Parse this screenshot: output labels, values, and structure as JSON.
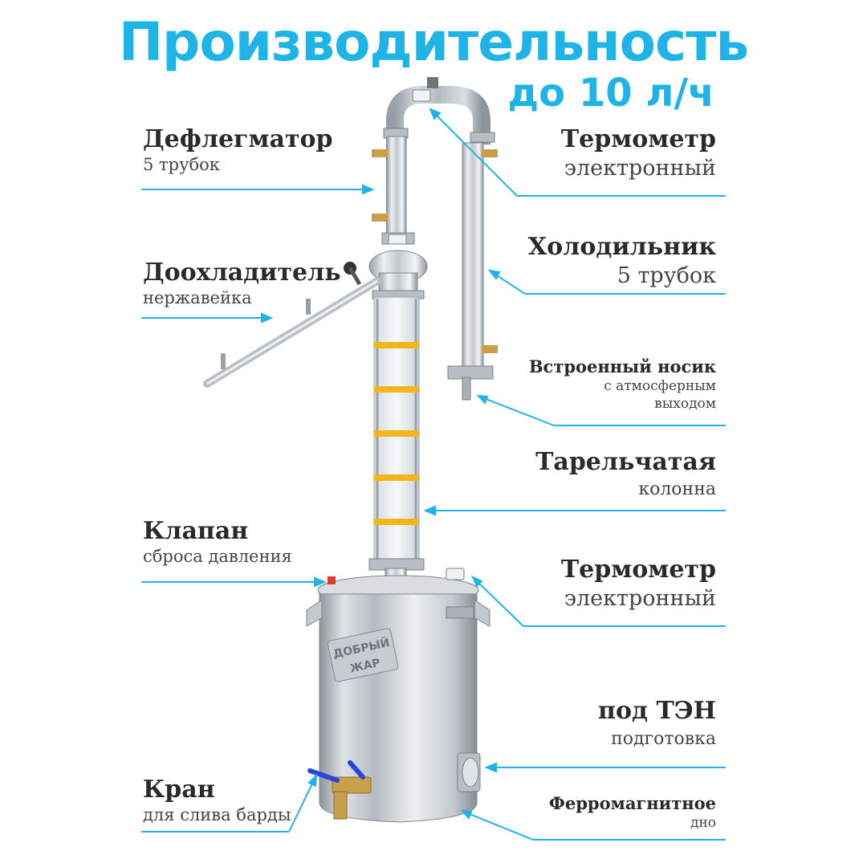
{
  "header": {
    "title": "Производительность",
    "subtitle": "до 10 л/ч"
  },
  "labels": {
    "deflegmator": {
      "title": "Дефлегматор",
      "sub": "5 трубок"
    },
    "thermometer_top": {
      "title": "Термометр",
      "sub": "электронный"
    },
    "doohladitel": {
      "title": "Доохладитель",
      "sub": "нержавейка"
    },
    "holodilnik": {
      "title": "Холодильник",
      "sub": "5 трубок"
    },
    "nosik": {
      "title": "Встроенный носик",
      "sub1": "с атмосферным",
      "sub2": "выходом"
    },
    "kolonna": {
      "title": "Тарельчатая",
      "sub": "колонна"
    },
    "klapan": {
      "title": "Клапан",
      "sub": "сброса давления"
    },
    "thermometer_bottom": {
      "title": "Термометр",
      "sub": "электронный"
    },
    "ten": {
      "title": "под ТЭН",
      "sub": "подготовка"
    },
    "kran": {
      "title": "Кран",
      "sub": "для слива барды"
    },
    "dno": {
      "title": "Ферромагнитное",
      "sub": "дно"
    }
  },
  "product": {
    "brand_line1": "ДОБРЫЙ",
    "brand_line2": "ЖАР"
  },
  "colors": {
    "accent": "#1fb4e8",
    "steel": "#c9ced3",
    "plate": "#f2b51c",
    "valve": "#2b46d6",
    "brass": "#c9a04a"
  }
}
